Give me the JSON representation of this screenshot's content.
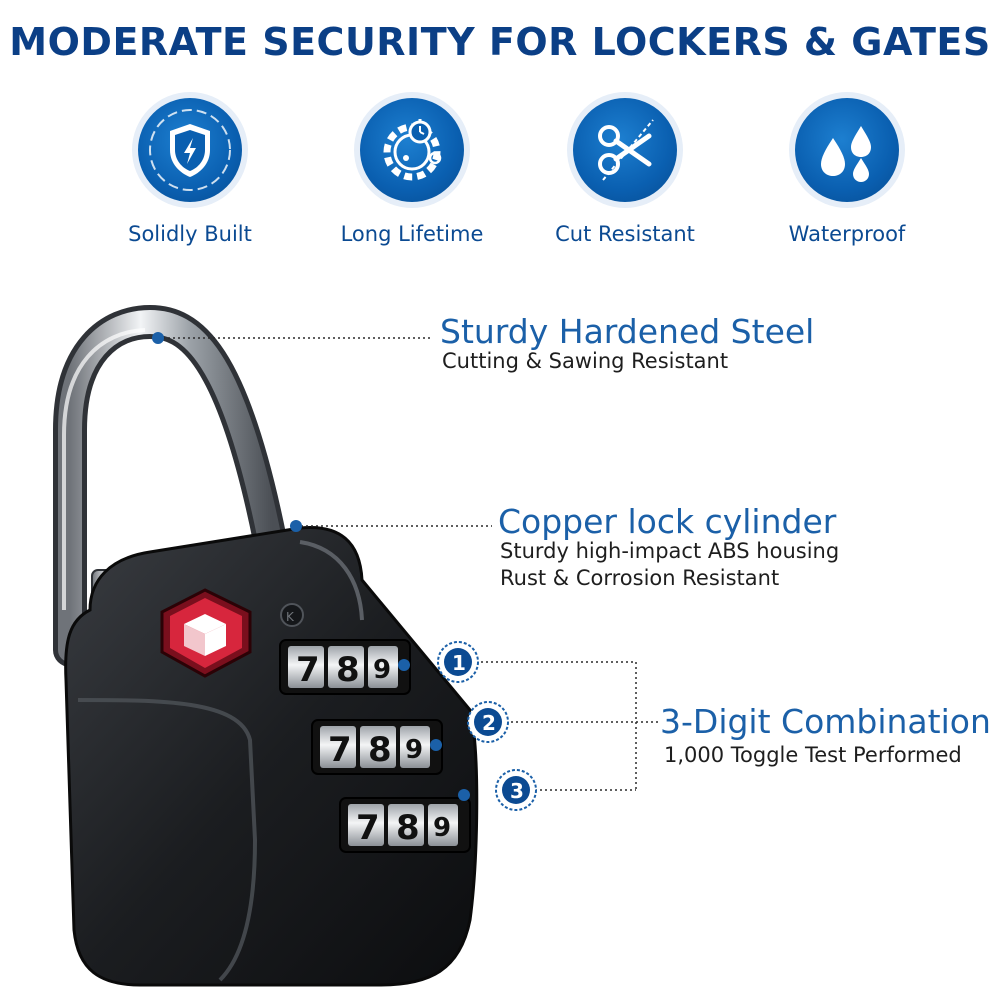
{
  "headline": "MODERATE  SECURITY FOR LOCKERS & GATES",
  "colors": {
    "brand_blue": "#0b3f86",
    "accent_blue": "#1b60a8",
    "icon_blue": "#0a5fb0",
    "tsa_red": "#d7263d"
  },
  "features": [
    {
      "icon": "shield-bolt-icon",
      "label": "Solidly Built"
    },
    {
      "icon": "gear-clock-icon",
      "label": "Long Lifetime"
    },
    {
      "icon": "scissors-icon",
      "label": "Cut Resistant"
    },
    {
      "icon": "water-drops-icon",
      "label": "Waterproof"
    }
  ],
  "callouts": {
    "steel": {
      "title": "Sturdy Hardened Steel",
      "lines": [
        "Cutting & Sawing Resistant"
      ]
    },
    "cylinder": {
      "title": "Copper lock cylinder",
      "lines": [
        "Sturdy high-impact ABS housing",
        "Rust & Corrosion Resistant"
      ]
    },
    "combination": {
      "title": "3-Digit Combination",
      "lines": [
        "1,000 Toggle Test Performed"
      ]
    }
  },
  "dials": [
    {
      "number": "1",
      "digits": [
        "7",
        "8",
        "9"
      ]
    },
    {
      "number": "2",
      "digits": [
        "7",
        "8",
        "9"
      ]
    },
    {
      "number": "3",
      "digits": [
        "7",
        "8",
        "9"
      ]
    }
  ]
}
